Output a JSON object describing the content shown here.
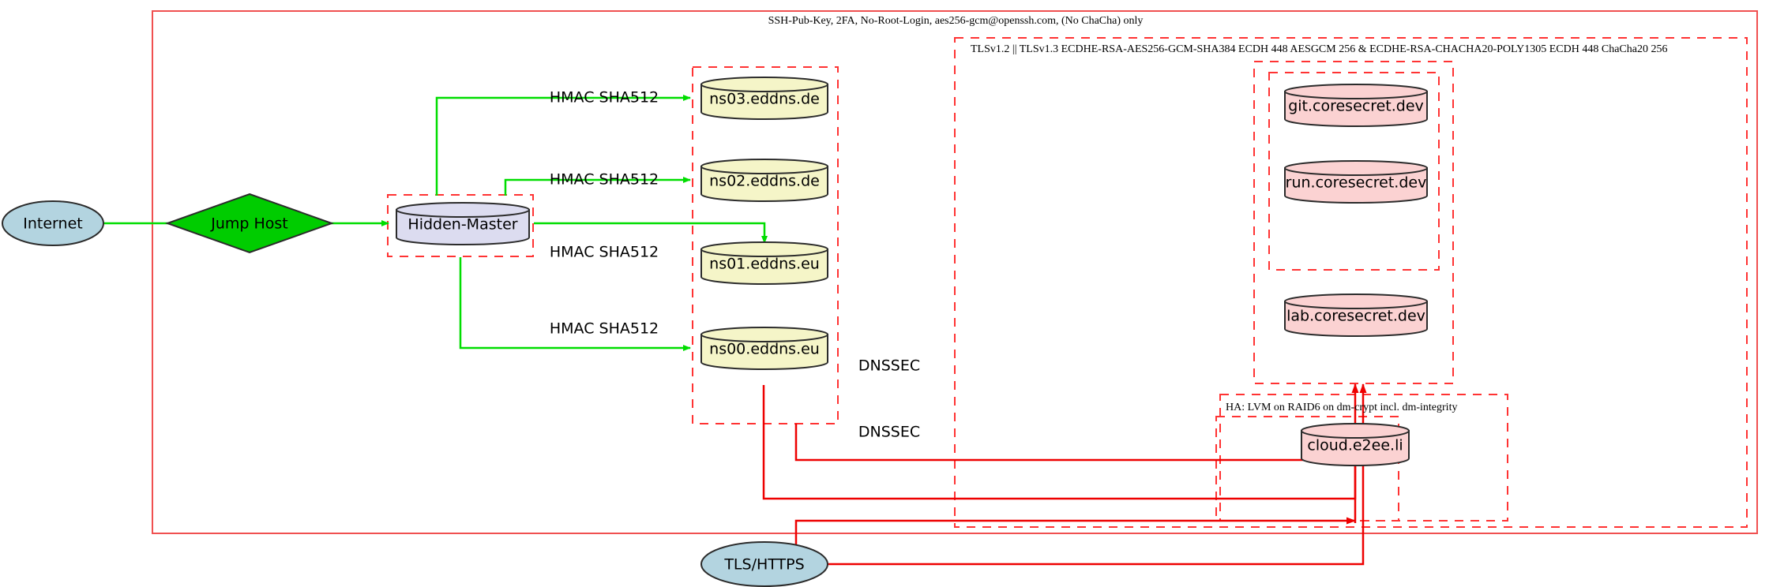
{
  "diagram": {
    "title": "Hidden-Master DNS and Services Architecture",
    "colors": {
      "ssh_boundary": "#f05050",
      "cluster_dashed": "#ff3333",
      "dns_flow": "#00dd00",
      "tls_flow": "#ee0000",
      "internet_fill": "#b3d4e0",
      "jump_host_fill": "#00cc00",
      "hidden_master_fill": "#dcdcf0",
      "dns_fill": "#f5f5c8",
      "service_fill": "#fbd2d2",
      "stroke": "#2b2b2b"
    },
    "clusters": [
      {
        "id": "ssh",
        "label": "SSH-Pub-Key, 2FA, No-Root-Login, aes256-gcm@openssh.com, (No ChaCha) only",
        "style": "solid"
      },
      {
        "id": "tls",
        "label": "TLSv1.2 || TLSv1.3 ECDHE-RSA-AES256-GCM-SHA384 ECDH 448 AESGCM 256 & ECDHE-RSA-CHACHA20-POLY1305 ECDH 448 ChaCha20 256",
        "style": "dashed"
      },
      {
        "id": "ha",
        "label": "HA: LVM on RAID6 on dm-crypt incl. dm-integrity",
        "style": "dashed"
      },
      {
        "id": "hidden-master-box",
        "label": "",
        "style": "dashed"
      },
      {
        "id": "dns-box",
        "label": "",
        "style": "dashed"
      },
      {
        "id": "coresecret-box",
        "label": "",
        "style": "dashed"
      },
      {
        "id": "git-run-box",
        "label": "",
        "style": "dashed"
      }
    ],
    "nodes": [
      {
        "id": "internet",
        "label": "Internet",
        "shape": "ellipse",
        "fill": "#b3d4e0"
      },
      {
        "id": "jump-host",
        "label": "Jump Host",
        "shape": "diamond",
        "fill": "#00cc00"
      },
      {
        "id": "hidden-master",
        "label": "Hidden-Master",
        "shape": "cylinder",
        "fill": "#dcdcf0"
      },
      {
        "id": "ns03",
        "label": "ns03.eddns.de",
        "shape": "cylinder",
        "fill": "#f5f5c8"
      },
      {
        "id": "ns02",
        "label": "ns02.eddns.de",
        "shape": "cylinder",
        "fill": "#f5f5c8"
      },
      {
        "id": "ns01",
        "label": "ns01.eddns.eu",
        "shape": "cylinder",
        "fill": "#f5f5c8"
      },
      {
        "id": "ns00",
        "label": "ns00.eddns.eu",
        "shape": "cylinder",
        "fill": "#f5f5c8"
      },
      {
        "id": "git",
        "label": "git.coresecret.dev",
        "shape": "cylinder",
        "fill": "#fbd2d2"
      },
      {
        "id": "run",
        "label": "run.coresecret.dev",
        "shape": "cylinder",
        "fill": "#fbd2d2"
      },
      {
        "id": "lab",
        "label": "lab.coresecret.dev",
        "shape": "cylinder",
        "fill": "#fbd2d2"
      },
      {
        "id": "cloud",
        "label": "cloud.e2ee.li",
        "shape": "cylinder",
        "fill": "#fbd2d2"
      },
      {
        "id": "tls-https",
        "label": "TLS/HTTPS",
        "shape": "ellipse",
        "fill": "#b3d4e0"
      }
    ],
    "edges": [
      {
        "from": "internet",
        "to": "jump-host",
        "label": "",
        "color": "#00dd00"
      },
      {
        "from": "jump-host",
        "to": "hidden-master",
        "label": "",
        "color": "#00dd00"
      },
      {
        "from": "hidden-master",
        "to": "ns03",
        "label": "HMAC SHA512",
        "color": "#00dd00"
      },
      {
        "from": "hidden-master",
        "to": "ns02",
        "label": "HMAC SHA512",
        "color": "#00dd00"
      },
      {
        "from": "hidden-master",
        "to": "ns01",
        "label": "HMAC SHA512",
        "color": "#00dd00"
      },
      {
        "from": "hidden-master",
        "to": "ns00",
        "label": "HMAC SHA512",
        "color": "#00dd00"
      },
      {
        "from": "dns-box",
        "to": "coresecret",
        "label": "DNSSEC",
        "color": "#ee0000"
      },
      {
        "from": "dns-box",
        "to": "cloud",
        "label": "DNSSEC",
        "color": "#ee0000"
      },
      {
        "from": "tls-https",
        "to": "services",
        "label": "",
        "color": "#ee0000"
      }
    ],
    "edge_labels": {
      "hmac_1": "HMAC SHA512",
      "hmac_2": "HMAC SHA512",
      "hmac_3": "HMAC SHA512",
      "hmac_4": "HMAC SHA512",
      "dnssec_1": "DNSSEC",
      "dnssec_2": "DNSSEC"
    }
  }
}
